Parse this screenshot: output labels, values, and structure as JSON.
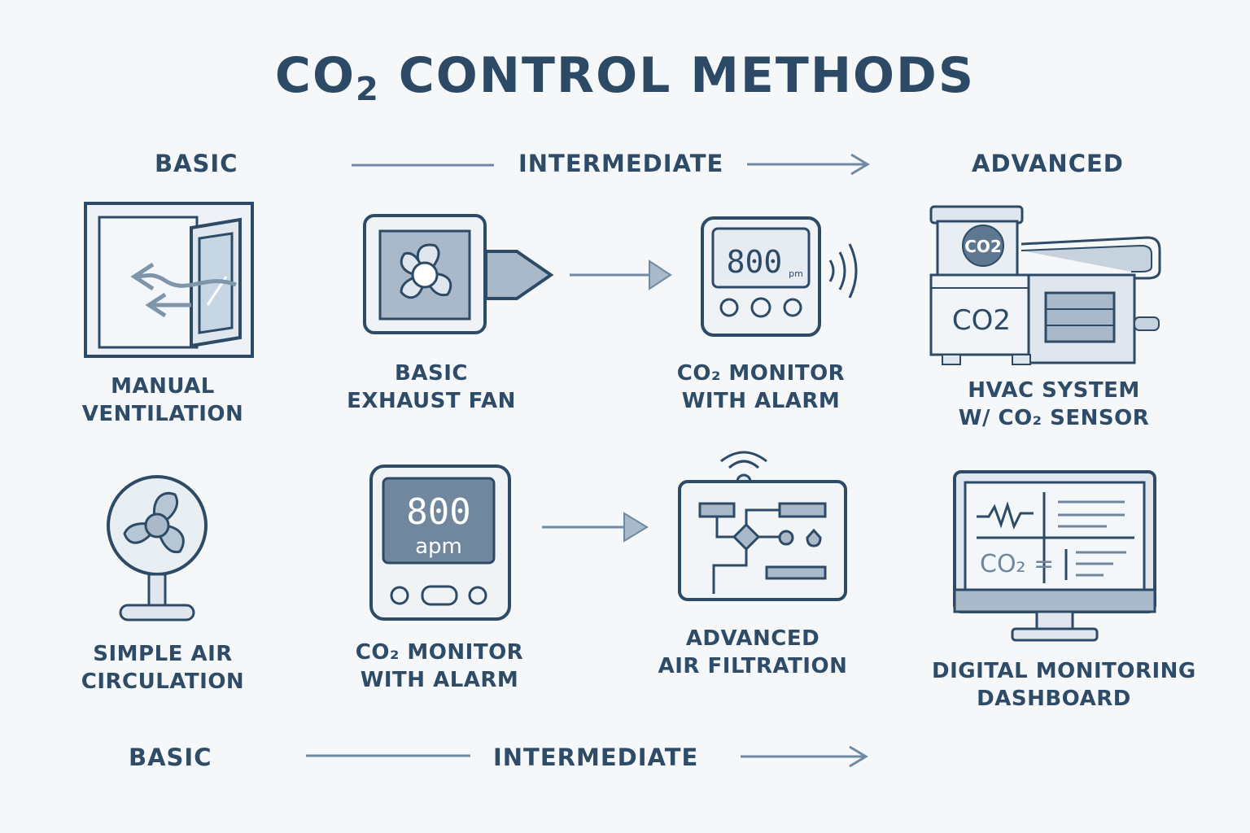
{
  "title": {
    "main": "CO",
    "sub": "2",
    "rest": " CONTROL METHODS"
  },
  "top_scale": {
    "left": "BASIC",
    "middle": "INTERMEDIATE",
    "right": "ADVANCED"
  },
  "bottom_scale": {
    "left": "BASIC",
    "middle": "INTERMEDIATE"
  },
  "row1": [
    {
      "icon": "window-icon",
      "line1": "MANUAL",
      "line2": "VENTILATION"
    },
    {
      "icon": "exhaust-fan-icon",
      "line1": "BASIC",
      "line2": "EXHAUST FAN"
    },
    {
      "icon": "co2-monitor-alarm-icon",
      "line1": "CO₂ MONITOR",
      "line2": "WITH ALARM",
      "display": "800",
      "unit": "pm"
    },
    {
      "icon": "hvac-unit-icon",
      "line1": "HVAC SYSTEM",
      "line2": "W/ CO₂ SENSOR",
      "badge": "CO2",
      "panel": "CO2"
    }
  ],
  "row2": [
    {
      "icon": "desk-fan-icon",
      "line1": "SIMPLE AIR",
      "line2": "CIRCULATION"
    },
    {
      "icon": "co2-monitor-icon",
      "line1": "CO₂ MONITOR",
      "line2": "WITH ALARM",
      "display": "800",
      "unit": "apm"
    },
    {
      "icon": "circuit-board-icon",
      "line1": "ADVANCED",
      "line2": "AIR FILTRATION"
    },
    {
      "icon": "monitor-dashboard-icon",
      "line1": "DIGITAL MONITORING",
      "line2": "DASHBOARD",
      "screen_text": "CO₂ ="
    }
  ],
  "colors": {
    "stroke": "#2d4a66",
    "fill_light": "#dfe6ee",
    "fill_mid": "#a9b9ca",
    "fill_dark": "#6f869c",
    "arrow": "#6f8aa3",
    "background": "#f5f7f9"
  }
}
